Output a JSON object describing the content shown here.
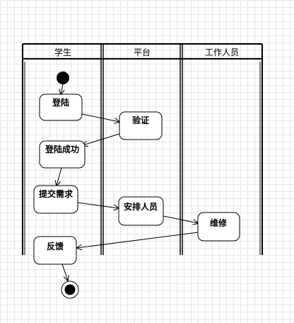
{
  "lanes": [
    "学生",
    "平台",
    "工作人员"
  ],
  "nodes": {
    "login": "登陆",
    "verify": "验证",
    "login_success": "登陆成功",
    "submit_request": "提交需求",
    "assign_staff": "安排人员",
    "repair": "维修",
    "feedback": "反馈"
  },
  "colors": {
    "line": "#000000",
    "node_fill": "#ffffff",
    "grid": "#e6e6e6"
  }
}
